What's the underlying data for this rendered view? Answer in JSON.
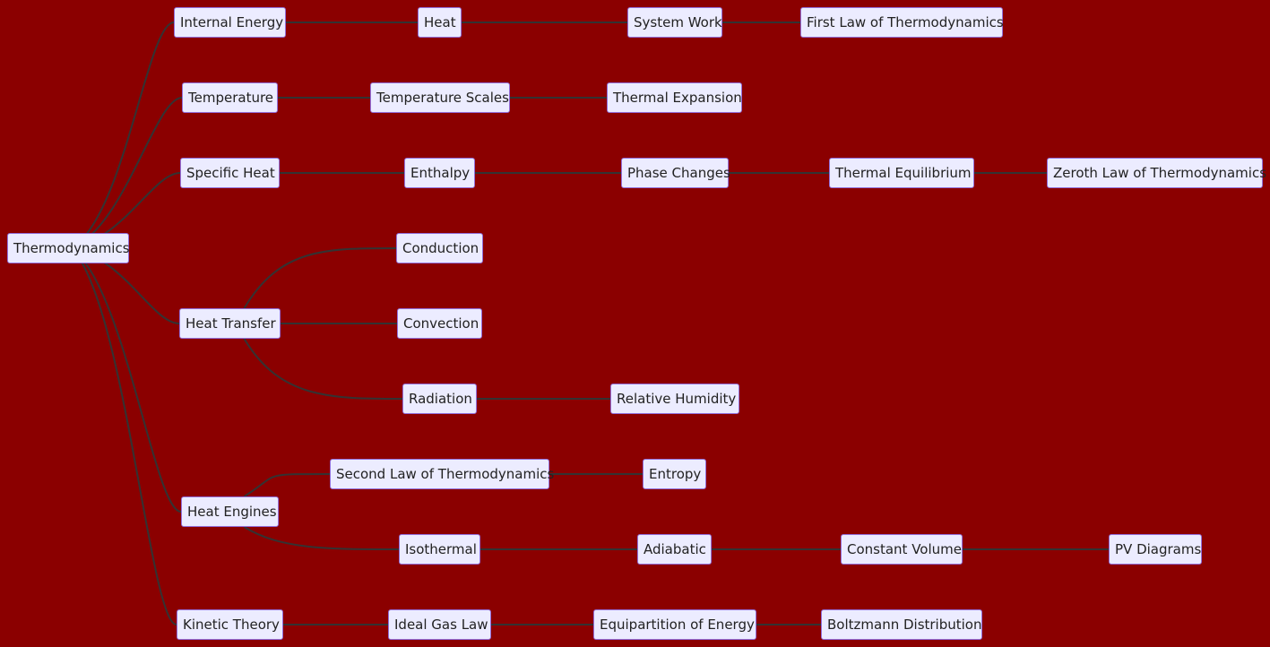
{
  "diagram": {
    "nodes": [
      {
        "id": "thermodynamics",
        "label": "Thermodynamics"
      },
      {
        "id": "internal-energy",
        "label": "Internal Energy"
      },
      {
        "id": "heat",
        "label": "Heat"
      },
      {
        "id": "system-work",
        "label": "System Work"
      },
      {
        "id": "first-law",
        "label": "First Law of Thermodynamics"
      },
      {
        "id": "temperature",
        "label": "Temperature"
      },
      {
        "id": "temperature-scales",
        "label": "Temperature Scales"
      },
      {
        "id": "thermal-expansion",
        "label": "Thermal Expansion"
      },
      {
        "id": "specific-heat",
        "label": "Specific Heat"
      },
      {
        "id": "enthalpy",
        "label": "Enthalpy"
      },
      {
        "id": "phase-changes",
        "label": "Phase Changes"
      },
      {
        "id": "thermal-equilibrium",
        "label": "Thermal Equilibrium"
      },
      {
        "id": "zeroth-law",
        "label": "Zeroth Law of Thermodynamics"
      },
      {
        "id": "heat-transfer",
        "label": "Heat Transfer"
      },
      {
        "id": "conduction",
        "label": "Conduction"
      },
      {
        "id": "convection",
        "label": "Convection"
      },
      {
        "id": "radiation",
        "label": "Radiation"
      },
      {
        "id": "relative-humidity",
        "label": "Relative Humidity"
      },
      {
        "id": "heat-engines",
        "label": "Heat Engines"
      },
      {
        "id": "second-law",
        "label": "Second Law of Thermodynamics"
      },
      {
        "id": "entropy",
        "label": "Entropy"
      },
      {
        "id": "isothermal",
        "label": "Isothermal"
      },
      {
        "id": "adiabatic",
        "label": "Adiabatic"
      },
      {
        "id": "constant-volume",
        "label": "Constant Volume"
      },
      {
        "id": "pv-diagrams",
        "label": "PV Diagrams"
      },
      {
        "id": "kinetic-theory",
        "label": "Kinetic Theory"
      },
      {
        "id": "ideal-gas-law",
        "label": "Ideal Gas Law"
      },
      {
        "id": "equipartition",
        "label": "Equipartition of Energy"
      },
      {
        "id": "boltzmann",
        "label": "Boltzmann Distribution"
      }
    ],
    "edges": [
      [
        "thermodynamics",
        "internal-energy"
      ],
      [
        "internal-energy",
        "heat"
      ],
      [
        "heat",
        "system-work"
      ],
      [
        "system-work",
        "first-law"
      ],
      [
        "thermodynamics",
        "temperature"
      ],
      [
        "temperature",
        "temperature-scales"
      ],
      [
        "temperature-scales",
        "thermal-expansion"
      ],
      [
        "thermodynamics",
        "specific-heat"
      ],
      [
        "specific-heat",
        "enthalpy"
      ],
      [
        "enthalpy",
        "phase-changes"
      ],
      [
        "phase-changes",
        "thermal-equilibrium"
      ],
      [
        "thermal-equilibrium",
        "zeroth-law"
      ],
      [
        "thermodynamics",
        "heat-transfer"
      ],
      [
        "heat-transfer",
        "conduction"
      ],
      [
        "heat-transfer",
        "convection"
      ],
      [
        "heat-transfer",
        "radiation"
      ],
      [
        "radiation",
        "relative-humidity"
      ],
      [
        "thermodynamics",
        "heat-engines"
      ],
      [
        "heat-engines",
        "second-law"
      ],
      [
        "second-law",
        "entropy"
      ],
      [
        "heat-engines",
        "isothermal"
      ],
      [
        "isothermal",
        "adiabatic"
      ],
      [
        "adiabatic",
        "constant-volume"
      ],
      [
        "constant-volume",
        "pv-diagrams"
      ],
      [
        "thermodynamics",
        "kinetic-theory"
      ],
      [
        "kinetic-theory",
        "ideal-gas-law"
      ],
      [
        "ideal-gas-law",
        "equipartition"
      ],
      [
        "equipartition",
        "boltzmann"
      ]
    ]
  }
}
